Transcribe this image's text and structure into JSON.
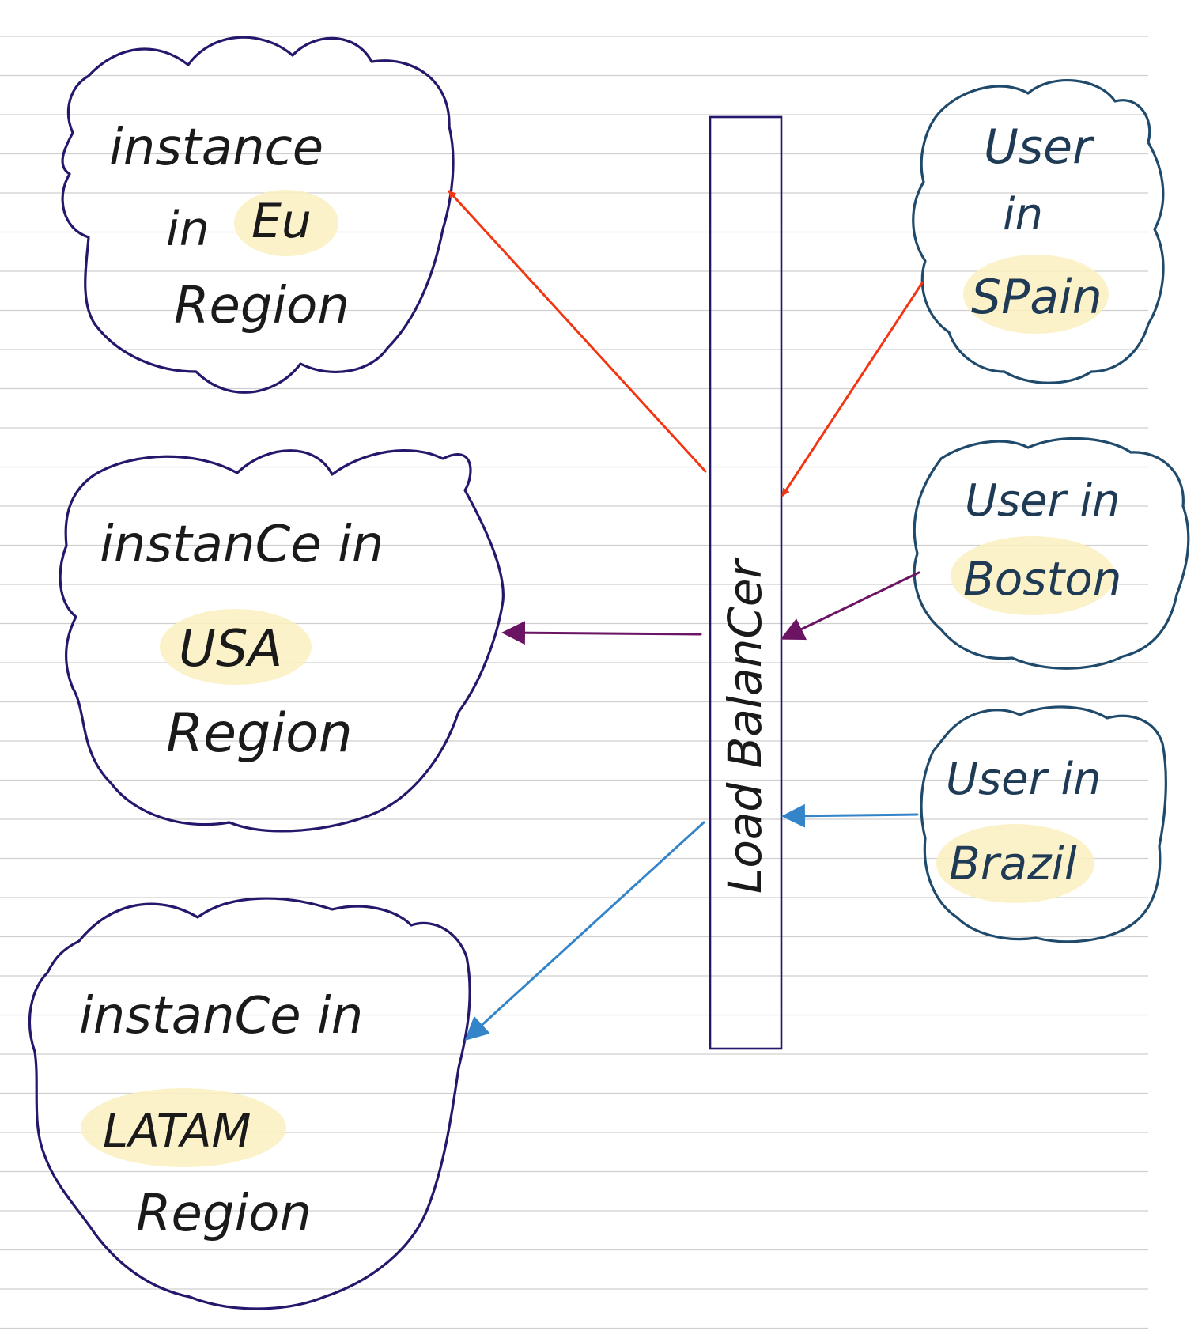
{
  "colors": {
    "cloud_left": "#25176b",
    "cloud_right": "#1f4a6b",
    "balancer": "#25176b",
    "arrow_red": "#f23512",
    "arrow_purple": "#6b1463",
    "arrow_blue": "#3384c9",
    "highlight": "#fbf0bf",
    "ruled_line": "#cfcfcf",
    "text": "#1a1a1a"
  },
  "load_balancer": {
    "label": "Load  BalanCer"
  },
  "instances": [
    {
      "id": "eu",
      "lines": [
        "instance",
        "in",
        "Eu",
        "Region"
      ]
    },
    {
      "id": "usa",
      "lines": [
        "instanCe in",
        "USA",
        "Region"
      ]
    },
    {
      "id": "latam",
      "lines": [
        "instanCe in",
        "LATAM",
        "Region"
      ]
    }
  ],
  "users": [
    {
      "id": "spain",
      "lines": [
        "User",
        "in",
        "SPain"
      ]
    },
    {
      "id": "boston",
      "lines": [
        "User in",
        "Boston"
      ]
    },
    {
      "id": "brazil",
      "lines": [
        "User in",
        "Brazil"
      ]
    }
  ]
}
